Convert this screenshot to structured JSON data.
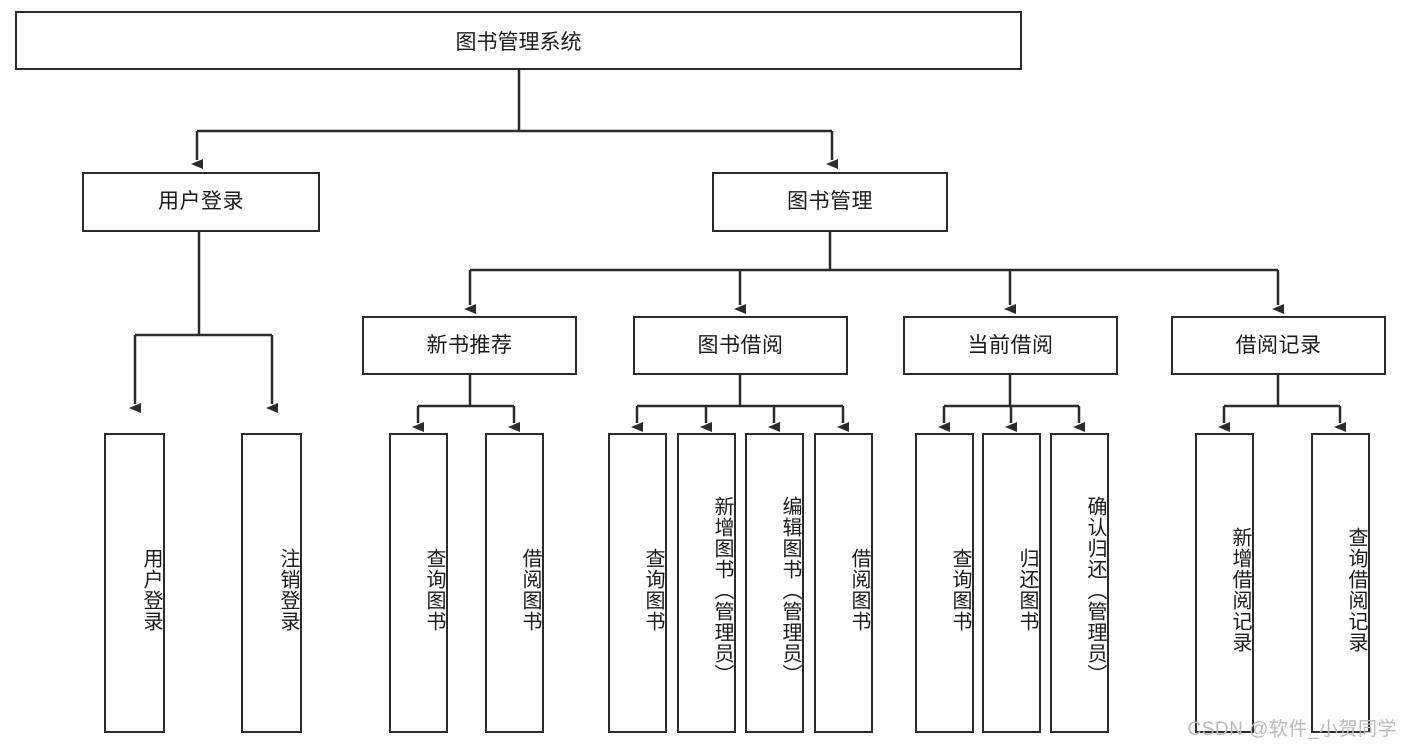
{
  "diagram": {
    "title": "图书管理系统",
    "type": "hierarchy-tree",
    "orientation": "top-down",
    "colors": {
      "box_border": "#2b2b2b",
      "box_fill": "#ffffff",
      "connector": "#2b2b2b",
      "text": "#1a1a1a",
      "watermark": "#b9b9b9",
      "background": "#ffffff"
    },
    "nodes": {
      "root": {
        "label": "图书管理系统"
      },
      "level1": [
        {
          "id": "user-login",
          "label": "用户登录"
        },
        {
          "id": "book-management",
          "label": "图书管理"
        }
      ],
      "level2": [
        {
          "id": "new-book-recommend",
          "label": "新书推荐",
          "parent": "book-management"
        },
        {
          "id": "book-borrow",
          "label": "图书借阅",
          "parent": "book-management"
        },
        {
          "id": "current-borrow",
          "label": "当前借阅",
          "parent": "book-management"
        },
        {
          "id": "borrow-record",
          "label": "借阅记录",
          "parent": "book-management"
        }
      ],
      "leaves": [
        {
          "id": "leaf-user-login",
          "label": "用户登录",
          "parent": "user-login"
        },
        {
          "id": "leaf-logout-login",
          "label": "注销登录",
          "parent": "user-login"
        },
        {
          "id": "leaf-query-book-1",
          "label": "查询图书",
          "parent": "new-book-recommend"
        },
        {
          "id": "leaf-borrow-book-1",
          "label": "借阅图书",
          "parent": "new-book-recommend"
        },
        {
          "id": "leaf-query-book-2",
          "label": "查询图书",
          "parent": "book-borrow"
        },
        {
          "id": "leaf-add-book",
          "label": "新增图书（管理员）",
          "parent": "book-borrow"
        },
        {
          "id": "leaf-edit-book",
          "label": "编辑图书（管理员）",
          "parent": "book-borrow"
        },
        {
          "id": "leaf-borrow-book-2",
          "label": "借阅图书",
          "parent": "book-borrow"
        },
        {
          "id": "leaf-query-book-3",
          "label": "查询图书",
          "parent": "current-borrow"
        },
        {
          "id": "leaf-return-book",
          "label": "归还图书",
          "parent": "current-borrow"
        },
        {
          "id": "leaf-confirm-return",
          "label": "确认归还（管理员）",
          "parent": "current-borrow"
        },
        {
          "id": "leaf-add-record",
          "label": "新增借阅记录",
          "parent": "borrow-record"
        },
        {
          "id": "leaf-query-record",
          "label": "查询借阅记录",
          "parent": "borrow-record"
        }
      ]
    },
    "watermark": "CSDN @软件_小贺同学"
  }
}
